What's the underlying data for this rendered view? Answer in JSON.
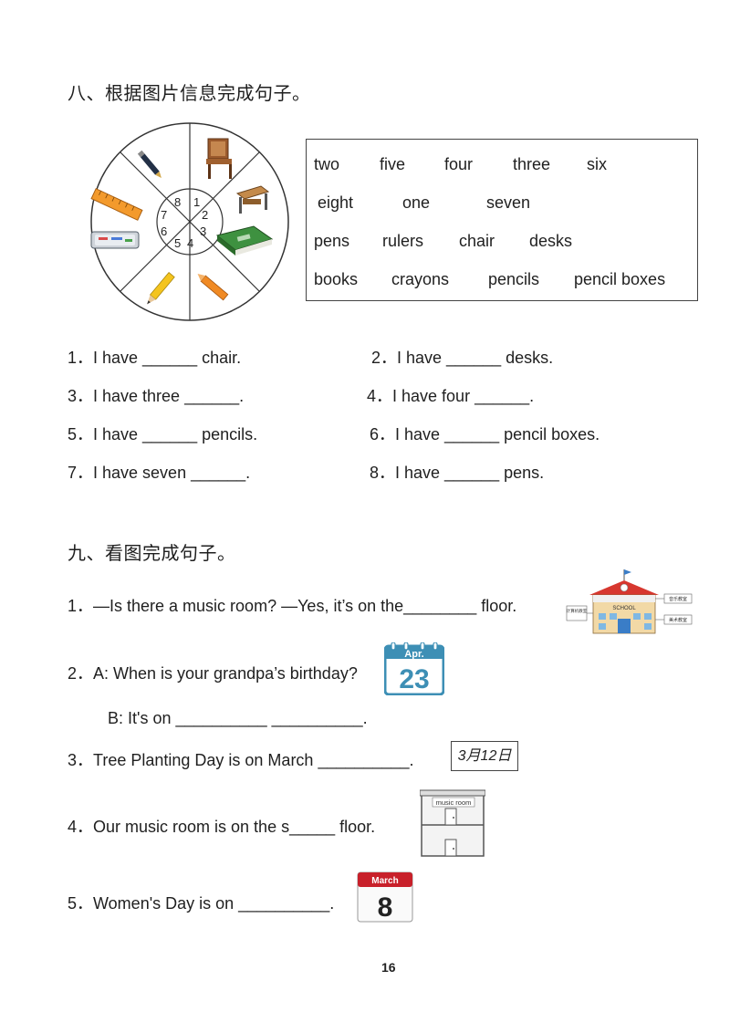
{
  "section8": {
    "heading": "八、根据图片信息完成句子。",
    "wheel_numbers": [
      "1",
      "2",
      "3",
      "4",
      "5",
      "6",
      "7",
      "8"
    ],
    "word_bank": [
      [
        "two",
        "five",
        "four",
        "three",
        "six"
      ],
      [
        "eight",
        "one",
        "seven"
      ],
      [
        "pens",
        "rulers",
        "chair",
        "desks"
      ],
      [
        "books",
        "crayons",
        "pencils",
        "pencil boxes"
      ]
    ],
    "questions": [
      "1．I have ______ chair.",
      "2．I have ______ desks.",
      "3．I have three ______.",
      "4．I have four ______.",
      "5．I have ______ pencils.",
      "6．I have ______ pencil boxes.",
      "7．I have seven ______.",
      "8．I have ______ pens."
    ]
  },
  "section9": {
    "heading": "九、看图完成句子。",
    "q1": "1．—Is there a music room? —Yes, it’s on the________ floor.",
    "q1_school_label": "SCHOOL",
    "q1_callouts": [
      "音乐教室",
      "计算机教室",
      "美术教室"
    ],
    "q2a": "2．A: When is your grandpa’s birthday?",
    "q2_cal_month": "Apr.",
    "q2_cal_day": "23",
    "q2b": "B: It's on __________ __________.",
    "q3": "3．Tree Planting Day is on March __________.",
    "q3_date": "3月12日",
    "q4": "4．Our music room is on the s_____ floor.",
    "q4_sign": "music room",
    "q5": "5．Women's Day is on __________.",
    "q5_cal_month": "March",
    "q5_cal_day": "8"
  },
  "page_number": "16",
  "colors": {
    "calendar_blue": "#3d8fb5",
    "calendar_red": "#c8202a",
    "school_red": "#d7372f"
  }
}
